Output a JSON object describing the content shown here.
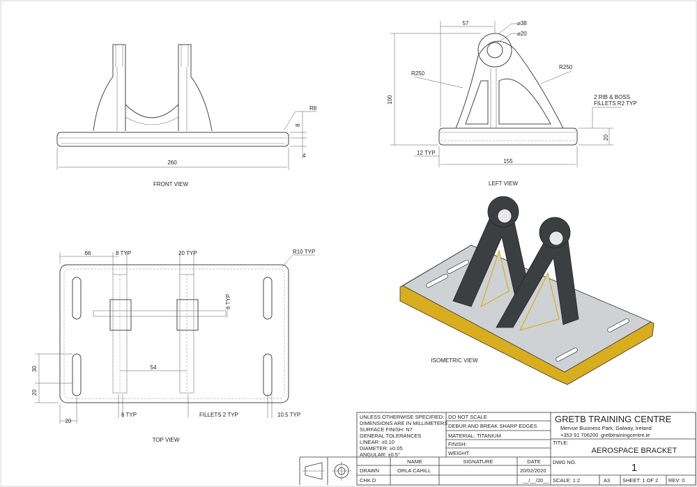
{
  "views": {
    "front": {
      "label": "FRONT VIEW",
      "dims": {
        "width": "260",
        "r8": "R8",
        "eight": "8",
        "four": "4"
      }
    },
    "left": {
      "label": "LEFT VIEW",
      "dims": {
        "d57": "57",
        "dia38": "⌀38",
        "dia20": "⌀20",
        "r250a": "R250",
        "r250b": "R250",
        "h100": "100",
        "rib_note_1": "2 RIB & BOSS",
        "rib_note_2": "FILLETS R2 TYP",
        "d20": "20",
        "typ12": "12 TYP",
        "d155": "155"
      }
    },
    "top": {
      "label": "TOP VIEW",
      "dims": {
        "d66": "66",
        "typ8": "8 TYP",
        "typ20": "20 TYP",
        "r10": "R10 TYP",
        "typ6v": "6 TYP",
        "d54": "54",
        "d30": "30",
        "d20v": "20",
        "d20h": "20",
        "typ6": "6 TYP",
        "fillets": "FILLETS 2 TYP",
        "typ105": "10.5 TYP"
      }
    },
    "iso": {
      "label": "ISOMETRIC VIEW"
    }
  },
  "colors": {
    "plate_edge": "#d8ad1e",
    "plate_top": "#cfd2d4",
    "dark_metal": "#3c3f42",
    "line": "#444444"
  },
  "title_block": {
    "spec": [
      "UNLESS OTHERWISE SPECIFIED:",
      "DIMENSIONS ARE IN MILLIMETERS",
      "SURFACE FINISH: N7",
      "GENERAL TOLERANCES",
      "LINEAR: ±0.10",
      "DIAMETER: ±0.05",
      "ANGULAR: ±0.5°"
    ],
    "do_not_scale": "DO NOT SCALE",
    "debur": "DEBUR AND BREAK SHARP EDGES",
    "material": "MATERIAL: TITANIUM",
    "finish": "FINISH:",
    "weight": "WEIGHT:",
    "company": "GRETB TRAINING CENTRE",
    "address": "Mervue Business Park, Galway, Ireland",
    "phone": "+353 91 706200",
    "web": "gretbtrainingcentre.ie",
    "title_label": "TITLE:",
    "title": "AEROSPACE BRACKET",
    "dwg_label": "DWG NO.",
    "dwg_no": "1",
    "col_name": "NAME",
    "col_signature": "SIGNATURE",
    "col_date": "DATE",
    "drawn_label": "DRAWN",
    "drawn_name": "ORLA CAHILL",
    "drawn_date": "20/02/2020",
    "chkd_label": "CHK.D",
    "chkd_date": "__/__/20__",
    "scale": "SCALE: 1:2",
    "size": "A3",
    "sheet": "SHEET: 1 OF 2",
    "rev": "REV: 0"
  }
}
